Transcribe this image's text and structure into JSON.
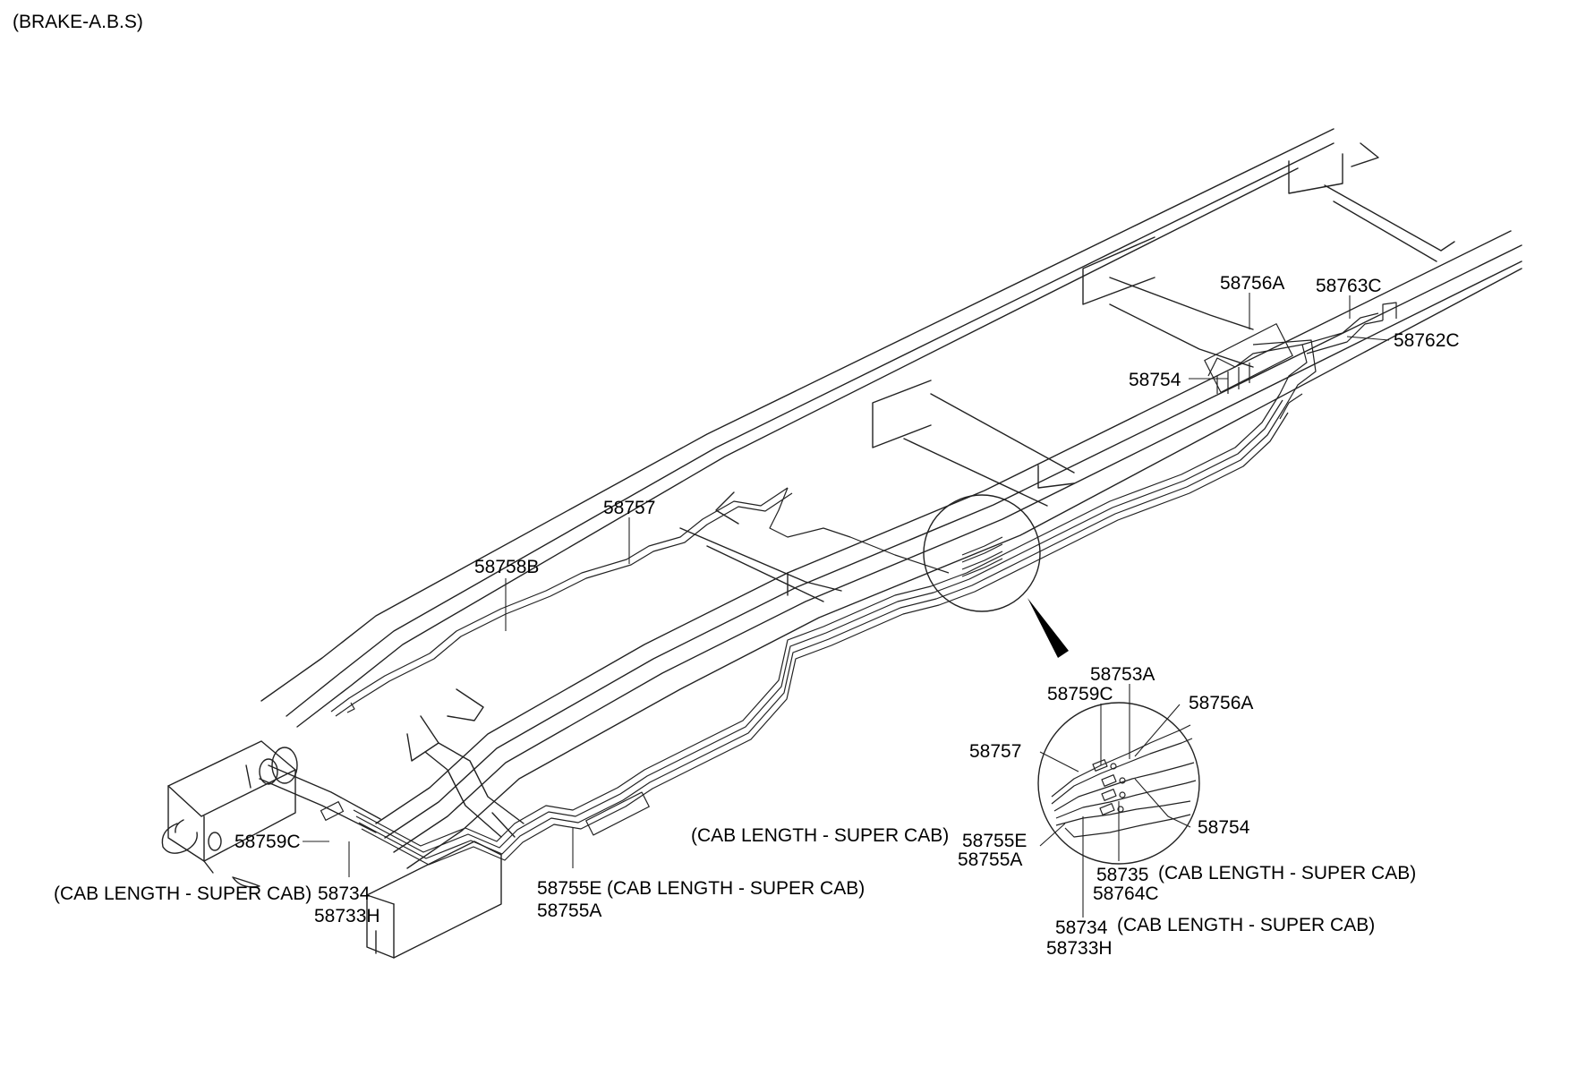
{
  "header": {
    "title": "(BRAKE-A.B.S)"
  },
  "callouts": {
    "p58756A_main": "58756A",
    "p58763C": "58763C",
    "p58762C": "58762C",
    "p58754_main": "58754",
    "p58757_main": "58757",
    "p58758B": "58758B",
    "p58759C_main": "58759C",
    "p58734_main": "58734",
    "p58733H_main": "58733H",
    "cab_left": "(CAB LENGTH - SUPER CAB)",
    "p58755E_main": "58755E",
    "p58755A_main": "58755A",
    "cab_mid": "(CAB LENGTH - SUPER CAB)"
  },
  "detail": {
    "p58753A": "58753A",
    "p58759C": "58759C",
    "p58756A": "58756A",
    "p58757": "58757",
    "p58754": "58754",
    "cab_a": "(CAB LENGTH - SUPER CAB)",
    "p58755E": "58755E",
    "p58755A": "58755A",
    "p58735": "58735",
    "cab_b": "(CAB LENGTH - SUPER CAB)",
    "p58764C": "58764C",
    "p58734": "58734",
    "cab_c": "(CAB LENGTH - SUPER CAB)",
    "p58733H": "58733H"
  }
}
